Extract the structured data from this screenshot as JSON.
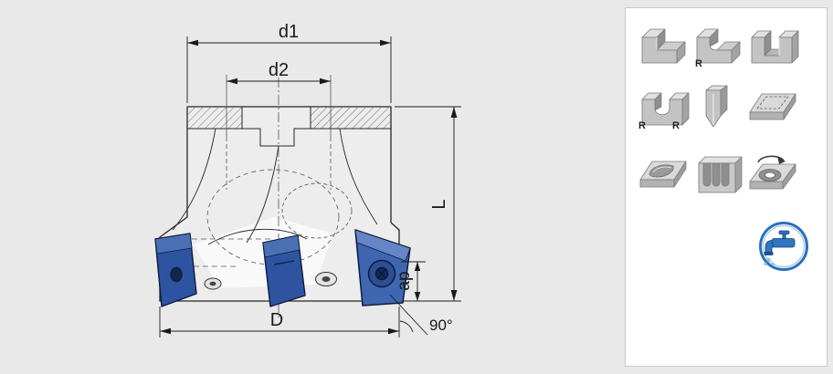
{
  "page": {
    "background": "#e9e9e9",
    "description": "technical-drawing-of-90-degree-shoulder-milling-cutter-with-application-icons"
  },
  "drawing": {
    "dimensions": {
      "d1": "d1",
      "d2": "d2",
      "L": "L",
      "ap": "ap",
      "D": "D",
      "angle": "90°"
    },
    "colors": {
      "insert_blue": "#2e54a1",
      "insert_blue_light": "#4a6fb5",
      "line": "#1a1a1a",
      "body_fill": "#ededed"
    }
  },
  "applications_panel": {
    "icons": [
      {
        "name": "square-shoulder-milling-icon"
      },
      {
        "name": "corner-radius-milling-icon",
        "label": "R"
      },
      {
        "name": "slot-milling-icon"
      },
      {
        "name": "round-groove-milling-icon",
        "label_left": "R",
        "label_right": "R"
      },
      {
        "name": "chamfer-milling-icon"
      },
      {
        "name": "pocket-milling-icon"
      },
      {
        "name": "helical-milling-icon"
      },
      {
        "name": "plunge-milling-icon"
      },
      {
        "name": "circular-interpolation-icon"
      },
      {
        "name": "coolant-icon"
      }
    ],
    "colors": {
      "icon_gray": "#c3c3c3",
      "coolant_blue": "#2a6fbd"
    }
  }
}
